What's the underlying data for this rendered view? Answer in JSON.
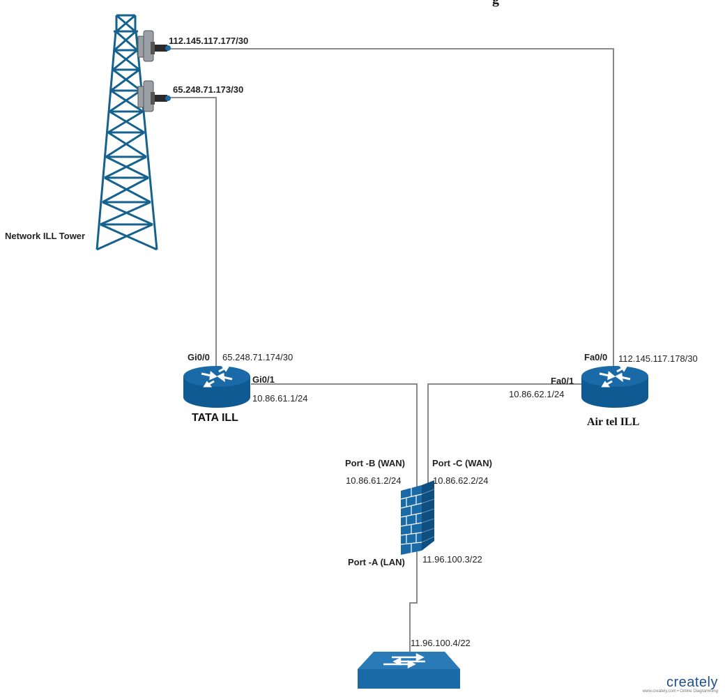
{
  "diagram": {
    "title_fragment": "g",
    "tower": {
      "label": "Network ILL Tower",
      "antenna_top_ip": "112.145.117.177/30",
      "antenna_bottom_ip": "65.248.71.173/30"
    },
    "tata_router": {
      "name": "TATA ILL",
      "port_wan": "Gi0/0",
      "port_wan_ip": "65.248.71.174/30",
      "port_lan": "Gi0/1",
      "port_lan_ip": "10.86.61.1/24"
    },
    "airtel_router": {
      "name": "Air tel ILL",
      "port_wan": "Fa0/0",
      "port_wan_ip": "112.145.117.178/30",
      "port_lan": "Fa0/1",
      "port_lan_ip": "10.86.62.1/24"
    },
    "firewall": {
      "port_b": "Port -B (WAN)",
      "port_b_ip": "10.86.61.2/24",
      "port_c": "Port -C (WAN)",
      "port_c_ip": "10.86.62.2/24",
      "port_a": "Port -A (LAN)",
      "port_a_ip": "11.96.100.3/22"
    },
    "switch": {
      "ip": "11.96.100.4/22"
    },
    "colors": {
      "device_blue": "#1a6aa8",
      "device_dark": "#0f4f80",
      "line_gray": "#8a8a8a",
      "antenna_gray": "#9aa0a6"
    }
  },
  "branding": {
    "logo": "creately",
    "tagline": "www.creately.com • Online Diagramming"
  }
}
